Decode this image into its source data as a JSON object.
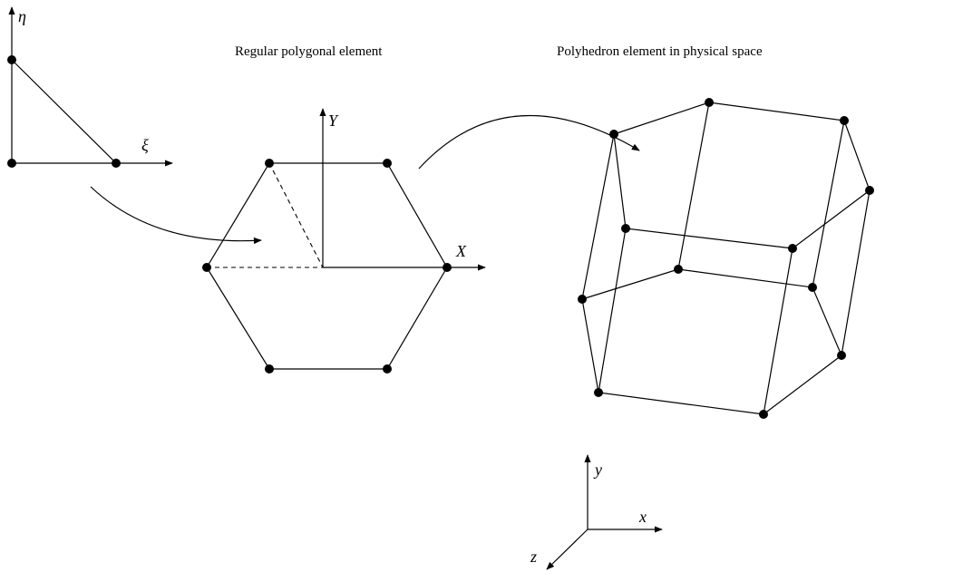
{
  "captions": {
    "polygon": "Regular polygonal element",
    "polyhedron": "Polyhedron element in physical space"
  },
  "axis_labels": {
    "eta": "η",
    "xi": "ξ",
    "X": "X",
    "Y": "Y",
    "x": "x",
    "y": "y",
    "z": "z"
  }
}
